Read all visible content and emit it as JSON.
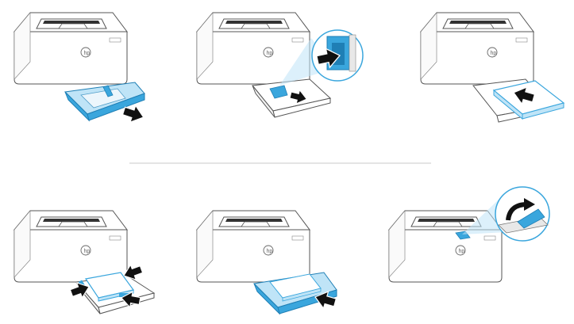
{
  "title": "",
  "colors": {
    "accent": "#3aa6dd",
    "accent_dark": "#1f7fb5",
    "accent_light": "#bfe4f7",
    "line": "#555555",
    "paper": "#ffffff",
    "divider": "#c8c8c8",
    "arrow": "#111111"
  },
  "steps": [
    {
      "id": 1,
      "action": "pull-out-tray",
      "icons": [
        "printer-icon",
        "tray-icon",
        "pull-arrow-icon"
      ]
    },
    {
      "id": 2,
      "action": "slide-paper-guides",
      "icons": [
        "printer-icon",
        "tray-icon",
        "guide-slide-arrow-icon",
        "zoom-callout-icon"
      ]
    },
    {
      "id": 3,
      "action": "insert-paper-stack",
      "icons": [
        "printer-icon",
        "paper-stack-icon",
        "push-arrow-icon"
      ]
    },
    {
      "id": 4,
      "action": "adjust-guides-to-paper",
      "icons": [
        "printer-icon",
        "paper-stack-icon",
        "guide-arrow-icon"
      ]
    },
    {
      "id": 5,
      "action": "push-tray-in",
      "icons": [
        "printer-icon",
        "tray-icon",
        "push-arrow-icon"
      ]
    },
    {
      "id": 6,
      "action": "lift-output-stopper",
      "icons": [
        "printer-icon",
        "stopper-flip-arrow-icon",
        "zoom-callout-icon"
      ]
    }
  ]
}
